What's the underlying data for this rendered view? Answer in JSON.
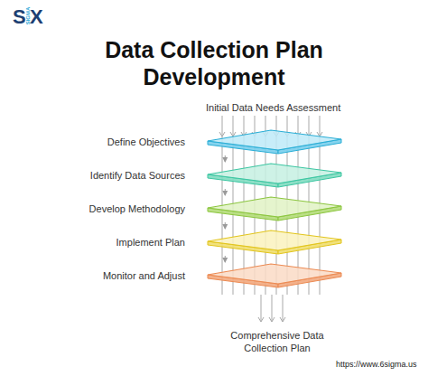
{
  "diagram": {
    "title": "Data Collection Plan Development",
    "nodes": [
      {
        "text": [
          "Define Objectives"
        ]
      },
      {
        "text": [
          "Identify Data Sources"
        ]
      },
      {
        "text": [
          "Develop Methodology"
        ]
      },
      {
        "text": [
          "Implement Plan"
        ]
      },
      {
        "text": [
          "Monitor and Adjust"
        ]
      }
    ],
    "edges": [
      {
        "from": 0,
        "to": 1,
        "arrow": "to"
      },
      {
        "from": 1,
        "to": 2,
        "arrow": "to"
      },
      {
        "from": 2,
        "to": 3,
        "arrow": "to"
      },
      {
        "from": 3,
        "to": 4,
        "arrow": "to"
      }
    ],
    "labels": [
      "S",
      "SIGMA",
      "X",
      "Initial Data Needs Assessment",
      "Comprehensive Data Collection Plan",
      "https://www.6sigma.us"
    ]
  }
}
